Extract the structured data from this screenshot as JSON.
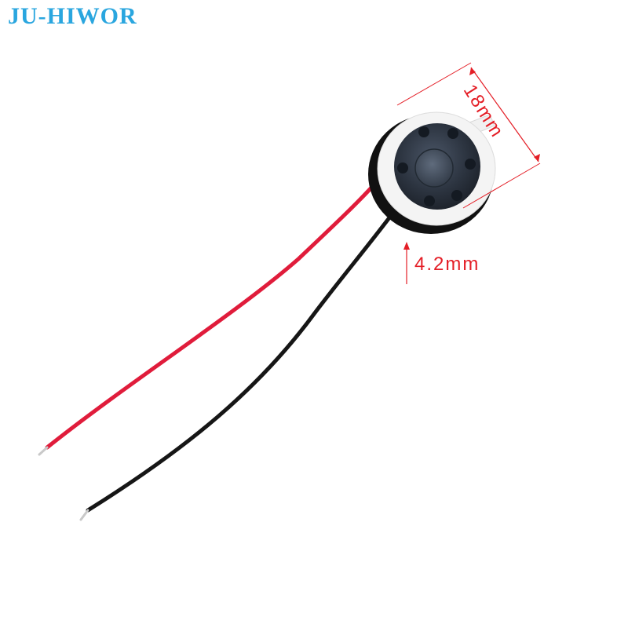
{
  "brand": {
    "name": "JU-HIWOR",
    "color": "#2aa6df"
  },
  "dimensions": {
    "diameter_label": "18mm",
    "thickness_label": "4.2mm",
    "color": "#e41e26"
  },
  "product": {
    "wire_colors": {
      "positive": "#e01c3b",
      "negative": "#161616"
    },
    "grille_color": "#2c3440",
    "rim_color": "#f4f4f4",
    "body_color": "#111111"
  }
}
